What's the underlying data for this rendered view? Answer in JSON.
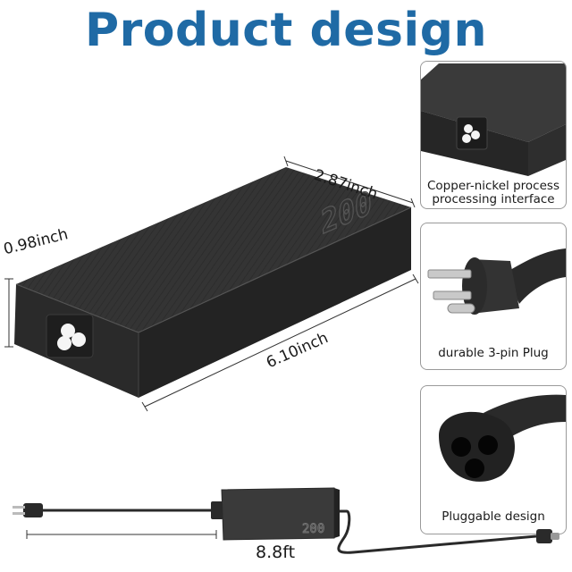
{
  "title": "Product design",
  "colors": {
    "title": "#1f6aa5",
    "body_dark": "#2b2b2b",
    "body_top": "#3a3a3a",
    "card_border": "#9a9a9a"
  },
  "main_product": {
    "marking": "200",
    "dimensions": {
      "width": "2.87inch",
      "height": "0.98inch",
      "length": "6.10inch"
    }
  },
  "cards": [
    {
      "caption_line1": "Copper-nickel process",
      "caption_line2": "processing interface"
    },
    {
      "caption": "durable 3-pin Plug"
    },
    {
      "caption": "Pluggable design"
    }
  ],
  "cable": {
    "length": "8.8ft",
    "marking": "200"
  }
}
